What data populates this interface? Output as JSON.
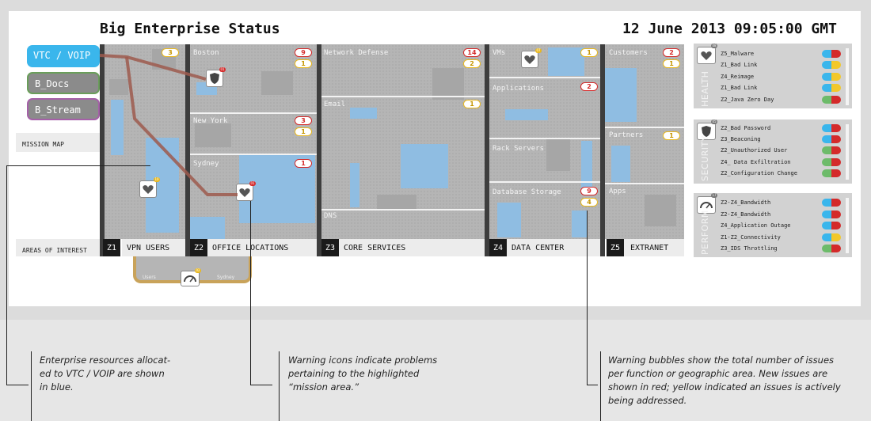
{
  "header": {
    "title": "Big Enterprise Status",
    "datetime": "12 June 2013 09:05:00 GMT"
  },
  "missions": [
    {
      "label": "VTC / VOIP",
      "color": "#3ab6ec",
      "border": "#3ab6ec"
    },
    {
      "label": "B_Docs",
      "color": "#8b8b8b",
      "border": "#6a9e5a"
    },
    {
      "label": "B_Stream",
      "color": "#8b8b8b",
      "border": "#a560a8"
    }
  ],
  "side_labels": {
    "mission_map": "MISSION MAP",
    "areas_of_interest": "AREAS OF INTEREST"
  },
  "zones": [
    {
      "num": "Z1",
      "name": "VPN USERS"
    },
    {
      "num": "Z2",
      "name": "OFFICE LOCATIONS"
    },
    {
      "num": "Z3",
      "name": "CORE SERVICES"
    },
    {
      "num": "Z4",
      "name": "DATA CENTER"
    },
    {
      "num": "Z5",
      "name": "EXTRANET"
    }
  ],
  "z1": {
    "count_y": "3",
    "badge": "10"
  },
  "z2": {
    "boston": {
      "label": "Boston",
      "r": "9",
      "y": "1",
      "badge": "01"
    },
    "newyork": {
      "label": "New York",
      "r": "3",
      "y": "1"
    },
    "sydney": {
      "label": "Sydney",
      "r": "1",
      "badge": "01"
    }
  },
  "z3": {
    "network": "Network Defense",
    "network_r": "14",
    "network_y": "2",
    "email": "Email",
    "email_y": "1",
    "dns": "DNS"
  },
  "z4": {
    "vms": "VMs",
    "vms_y": "1",
    "vms_badge": "07",
    "apps": "Applications",
    "apps_r": "2",
    "rack": "Rack Servers",
    "db": "Database Storage",
    "db_r": "9",
    "db_y": "4"
  },
  "z5": {
    "customers": "Customers",
    "cust_r": "2",
    "cust_y": "1",
    "partners": "Partners",
    "partners_y": "1",
    "apps": "Apps"
  },
  "link": {
    "left": "Users",
    "right": "Sydney",
    "badge": "02"
  },
  "panels": [
    {
      "label": "HEALTH",
      "badge": "08",
      "items": [
        {
          "text": "Z5_Malware",
          "a": "#3ab6ec",
          "b": "#d42a2a"
        },
        {
          "text": "Z1_Bad Link",
          "a": "#3ab6ec",
          "b": "#f2c82a"
        },
        {
          "text": "Z4_Reimage",
          "a": "#3ab6ec",
          "b": "#f2c82a"
        },
        {
          "text": "Z1_Bad Link",
          "a": "#3ab6ec",
          "b": "#f2c82a"
        },
        {
          "text": "Z2_Java Zero Day",
          "a": "#6dbb6a",
          "b": "#d42a2a"
        }
      ]
    },
    {
      "label": "SECURITY",
      "badge": "05",
      "items": [
        {
          "text": "Z2_Bad Password",
          "a": "#3ab6ec",
          "b": "#d42a2a"
        },
        {
          "text": "Z3_Beaconing",
          "a": "#3ab6ec",
          "b": "#d42a2a"
        },
        {
          "text": "Z2_Unauthorized User",
          "a": "#6dbb6a",
          "b": "#d42a2a"
        },
        {
          "text": "Z4_ Data Exfiltration",
          "a": "#6dbb6a",
          "b": "#d42a2a"
        },
        {
          "text": "Z2_Configuration Change",
          "a": "#6dbb6a",
          "b": "#d42a2a"
        }
      ]
    },
    {
      "label": "PERFORM.",
      "badge": "17",
      "items": [
        {
          "text": "Z2-Z4_Bandwidth",
          "a": "#3ab6ec",
          "b": "#d42a2a"
        },
        {
          "text": "Z2-Z4_Bandwidth",
          "a": "#3ab6ec",
          "b": "#d42a2a"
        },
        {
          "text": "Z4_Application Outage",
          "a": "#3ab6ec",
          "b": "#d42a2a"
        },
        {
          "text": "Z1-Z2_Connectivity",
          "a": "#3ab6ec",
          "b": "#f2c82a"
        },
        {
          "text": "Z3_IDS Throttling",
          "a": "#6dbb6a",
          "b": "#d42a2a"
        }
      ]
    }
  ],
  "callouts": {
    "c1": [
      "Enterprise resources allocat-",
      "ed to VTC / VOIP are shown",
      "in blue."
    ],
    "c2": [
      "Warning icons indicate problems",
      "pertaining to the highlighted",
      "“mission area.”"
    ],
    "c3": [
      "Warning bubbles show the total number of issues",
      "per function or geographic area. New issues are",
      "shown in red; yellow indicated an issues is actively",
      "being addressed."
    ]
  },
  "colors": {
    "red": "#d42a2a",
    "yellow": "#e8b820",
    "blue": "#8fbde2",
    "mission_path": "#9e5a4e"
  }
}
